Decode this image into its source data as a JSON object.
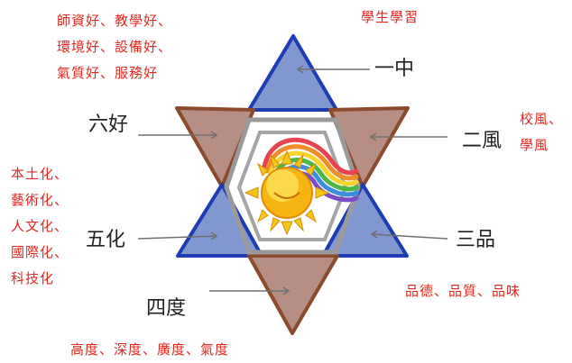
{
  "header": {
    "title": "學生學習"
  },
  "center": {
    "labels": {
      "top": "一中",
      "upper_right": "二風",
      "lower_right": "三品",
      "bottom": "四度",
      "lower_left": "五化",
      "upper_left": "六好"
    }
  },
  "notes": {
    "six_good": [
      "師資好、教學好、",
      "環境好、設備好、",
      "氣質好、服務好"
    ],
    "two_wind": [
      "校風、",
      "學風"
    ],
    "five_transform": [
      "本土化、",
      "藝術化、",
      "人文化、",
      "國際化、",
      "科技化"
    ],
    "three_qualities": "品德、品質、品味",
    "four_degrees": "高度、深度、廣度、氣度"
  },
  "icons": {
    "sun": "sun-icon",
    "rainbow": "rainbow-icon"
  },
  "colors": {
    "blue_fill": "#8097d0",
    "blue_edge": "#1e3cb4",
    "brown_fill": "#b78e84",
    "brown_edge": "#8b4a2b",
    "hexagon": "#9a9a9a",
    "red_text": "#e0281e",
    "black_text": "#222222"
  }
}
